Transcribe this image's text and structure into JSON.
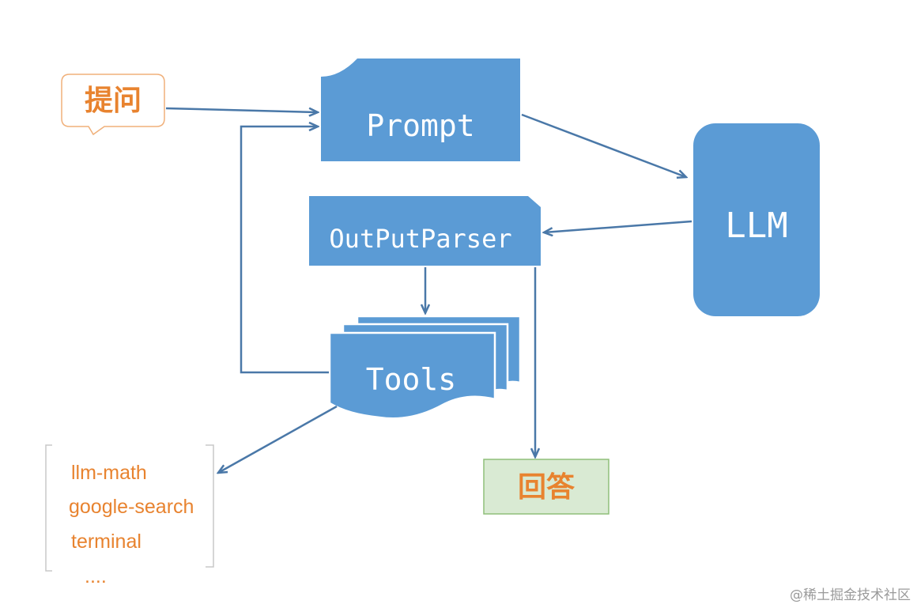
{
  "nodes": {
    "question": "提问",
    "prompt": "Prompt",
    "llm": "LLM",
    "output_parser": "OutPutParser",
    "tools": "Tools",
    "answer": "回答"
  },
  "tool_list": {
    "items": [
      "llm-math",
      "google-search",
      "terminal"
    ],
    "ellipsis": "...."
  },
  "watermark": "@稀土掘金技术社区",
  "colors": {
    "node_fill": "#5b9bd5",
    "arrow": "#4a78a8",
    "accent_text": "#e8832f",
    "answer_fill": "#d9ead3",
    "answer_border": "#8fbf7a"
  }
}
